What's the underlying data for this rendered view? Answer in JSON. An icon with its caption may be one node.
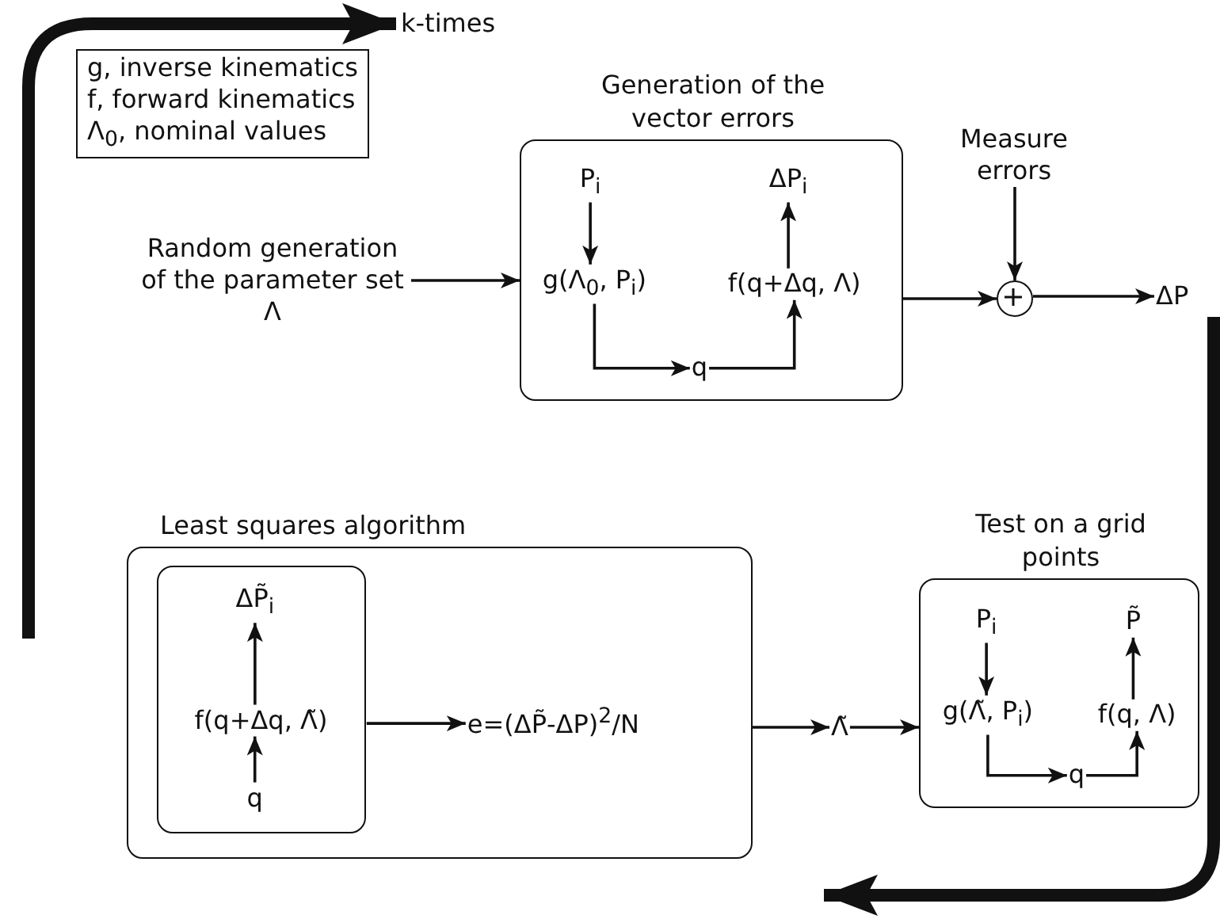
{
  "diagram": {
    "nodes": [
      {
        "text": [
          "g, inverse kinematics",
          "f, forward kinematics",
          "Λ$_{0}$, nominal values"
        ]
      },
      {
        "text": [
          "Random generation of the parameter set Λ"
        ]
      },
      {
        "text": [
          "Generation of the vector errors"
        ]
      },
      {
        "text": [
          "P$_{i}$"
        ],
        "in": 2
      },
      {
        "text": [
          "g(Λ$_{0}$, P$_{i}$)"
        ],
        "in": 2
      },
      {
        "text": [
          "q"
        ],
        "in": 2
      },
      {
        "text": [
          "f(q+Δq, Λ)"
        ],
        "in": 2
      },
      {
        "text": [
          "ΔP$_{i}$"
        ],
        "in": 2
      },
      {
        "text": [
          "Measure errors"
        ]
      },
      {
        "text": [],
        "shape": "circle"
      },
      {
        "text": [
          "ΔP"
        ]
      },
      {
        "text": [
          "Least squares algorithm"
        ]
      },
      {
        "text": [],
        "shape": "box",
        "in": 11
      },
      {
        "text": [
          "ΔP̃$_{i}$"
        ],
        "in": 12
      },
      {
        "text": [
          "f(q+Δq, Λ̃)"
        ],
        "in": 12
      },
      {
        "text": [
          "q"
        ],
        "in": 12
      },
      {
        "text": [
          "e=(ΔP̃-ΔP)$^{2}$/N"
        ],
        "in": 11
      },
      {
        "text": [
          "Λ̃"
        ]
      },
      {
        "text": [
          "Test on a grid points"
        ]
      },
      {
        "text": [
          "P$_{i}$"
        ],
        "in": 18
      },
      {
        "text": [
          "g(Λ̃, P$_{i}$)"
        ],
        "in": 18
      },
      {
        "text": [
          "q"
        ],
        "in": 18
      },
      {
        "text": [
          "f(q, Λ)"
        ],
        "in": 18
      },
      {
        "text": [
          "P̃"
        ],
        "in": 18
      },
      {
        "text": [
          "k-times"
        ]
      }
    ],
    "edges": [
      {
        "from": 1,
        "to": 2,
        "arrow": "to"
      },
      {
        "from": 3,
        "to": 4,
        "arrow": "to"
      },
      {
        "from": 4,
        "to": 5,
        "arrow": "to"
      },
      {
        "from": 5,
        "to": 6,
        "arrow": "to"
      },
      {
        "from": 6,
        "to": 7,
        "arrow": "to"
      },
      {
        "from": 2,
        "to": 9,
        "arrow": "to"
      },
      {
        "from": 8,
        "to": 9,
        "arrow": "to"
      },
      {
        "from": 9,
        "to": 10,
        "arrow": "to"
      },
      {
        "from": 15,
        "to": 14,
        "arrow": "to"
      },
      {
        "from": 14,
        "to": 13,
        "arrow": "to"
      },
      {
        "from": 12,
        "to": 16,
        "arrow": "to"
      },
      {
        "from": 11,
        "to": 17,
        "arrow": "to"
      },
      {
        "from": 17,
        "to": 18,
        "arrow": "to"
      },
      {
        "from": 19,
        "to": 20,
        "arrow": "to"
      },
      {
        "from": 20,
        "to": 21,
        "arrow": "to"
      },
      {
        "from": 21,
        "to": 22,
        "arrow": "to"
      },
      {
        "from": 22,
        "to": 23,
        "arrow": "to"
      },
      {
        "from": null,
        "to": 24,
        "arrow": "to",
        "style": "thick"
      }
    ]
  }
}
